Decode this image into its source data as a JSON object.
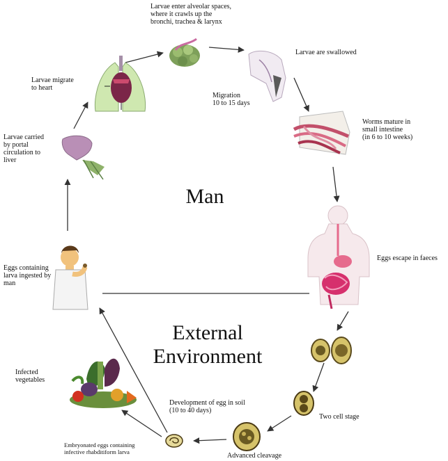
{
  "diagram": {
    "zones": {
      "man": "Man",
      "external": "External\nEnvironment"
    },
    "stages": {
      "alveolar": "Larvae enter alveolar spaces,\nwhere it crawls up the\nbronchi, trachea & larynx",
      "swallowed": "Larvae are swallowed",
      "migration": "Migration\n10 to 15 days",
      "mature": "Worms mature in\nsmall intestine\n(in 6 to 10 weeks)",
      "heart": "Larvae migrate\nto heart",
      "liver": "Larvae carried\nby portal\ncirculation to\nliver",
      "eggs_escape": "Eggs escape in faeces",
      "ingested": "Eggs containing\nlarva ingested by\nman",
      "vegetables": "Infected\nvegetables",
      "development": "Development of egg in soil\n(10 to 40 days)",
      "two_cell": "Two cell stage",
      "advanced": "Advanced cleavage",
      "embryonated": "Embryonated eggs containing\ninfective rhabditiform larva"
    }
  }
}
